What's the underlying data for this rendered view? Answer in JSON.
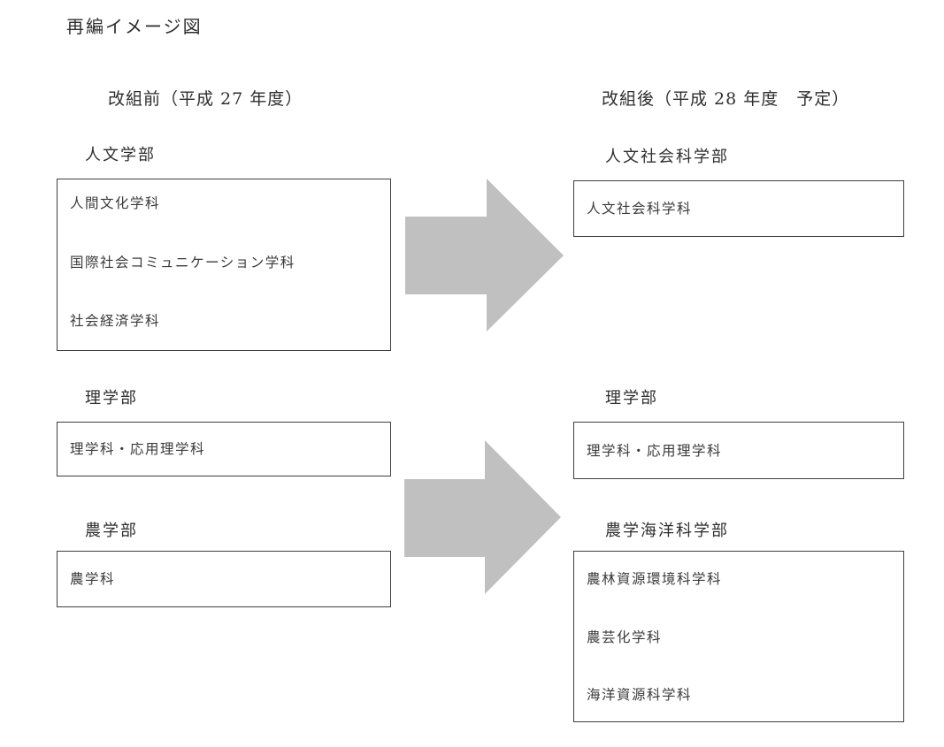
{
  "title": "再編イメージ図",
  "colors": {
    "arrow_fill": "#c0c0c0",
    "box_border": "#3f3f3f",
    "text": "#333333",
    "background": "#ffffff"
  },
  "before": {
    "heading": "改組前（平成 27 年度）",
    "faculties": [
      {
        "name": "人文学部",
        "departments": [
          "人間文化学科",
          "国際社会コミュニケーション学科",
          "社会経済学科"
        ]
      },
      {
        "name": "理学部",
        "departments": [
          "理学科・応用理学科"
        ]
      },
      {
        "name": "農学部",
        "departments": [
          "農学科"
        ]
      }
    ]
  },
  "after": {
    "heading": "改組後（平成 28 年度　予定）",
    "faculties": [
      {
        "name": "人文社会科学部",
        "departments": [
          "人文社会科学科"
        ]
      },
      {
        "name": "理学部",
        "departments": [
          "理学科・応用理学科"
        ]
      },
      {
        "name": "農学海洋科学部",
        "departments": [
          "農林資源環境科学科",
          "農芸化学科",
          "海洋資源科学科"
        ]
      }
    ]
  },
  "arrows": {
    "direction": "right",
    "count": 2
  }
}
